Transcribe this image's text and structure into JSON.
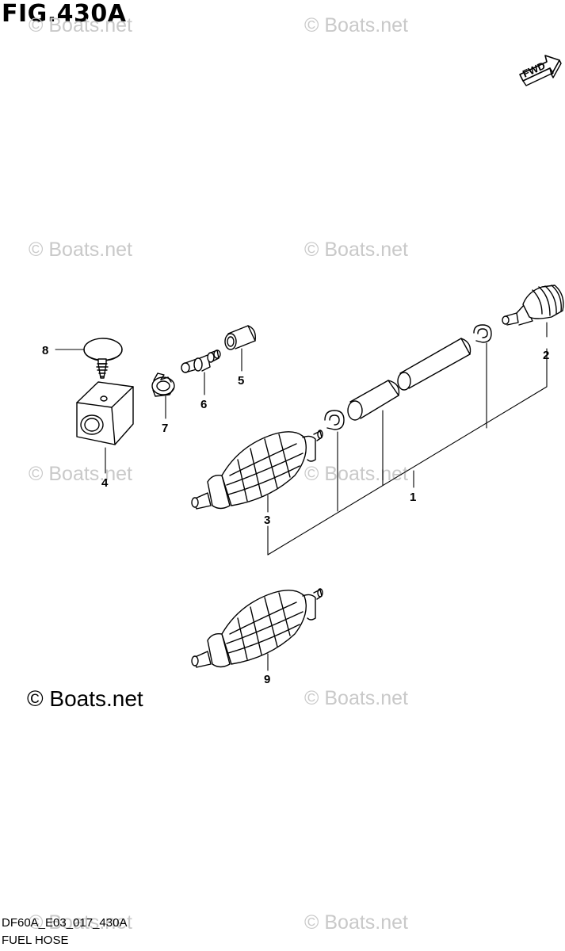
{
  "figure": {
    "title": "FIG.430A"
  },
  "watermark": {
    "text": "© Boats.net"
  },
  "copyright": {
    "text": "© Boats.net"
  },
  "footer": {
    "code": "DF60A_E03_017_430A",
    "caption": "FUEL HOSE"
  },
  "fwd_label": "FWD",
  "parts": [
    {
      "number": "1"
    },
    {
      "number": "2"
    },
    {
      "number": "3"
    },
    {
      "number": "4"
    },
    {
      "number": "5"
    },
    {
      "number": "6"
    },
    {
      "number": "7"
    },
    {
      "number": "8"
    },
    {
      "number": "9"
    }
  ]
}
